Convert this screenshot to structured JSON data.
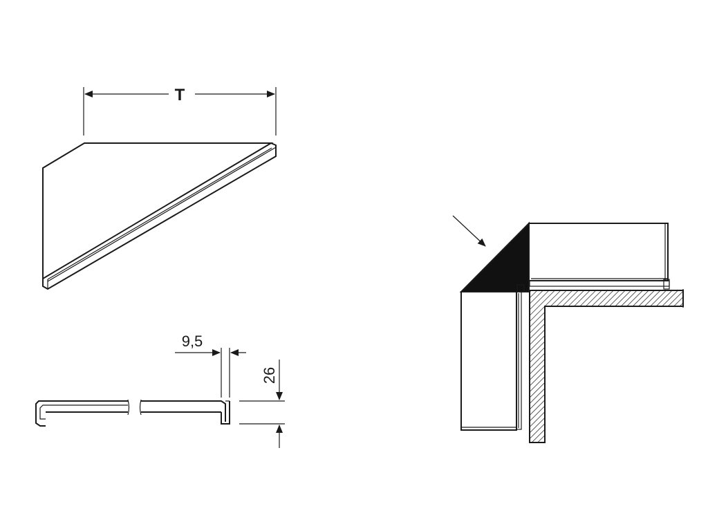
{
  "labels": {
    "depth": "T",
    "thickness": "9,5",
    "height": "26"
  },
  "colors": {
    "line": "#1a1a1a",
    "background": "#ffffff",
    "fill": "#111111"
  }
}
